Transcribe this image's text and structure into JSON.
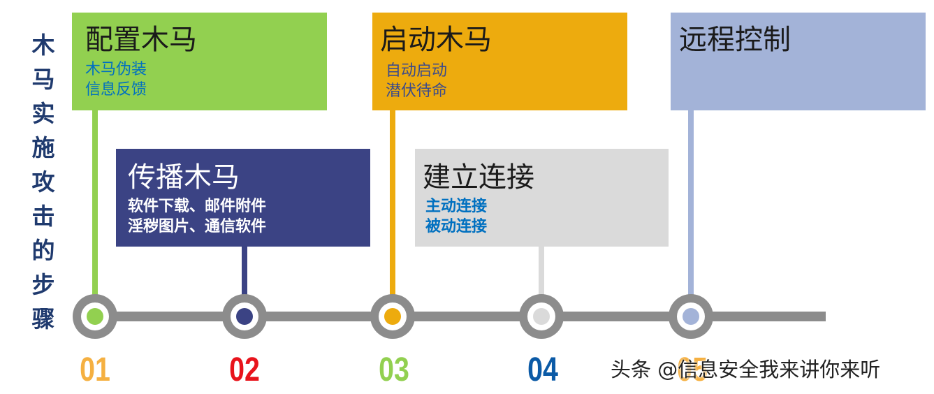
{
  "side_title": [
    "木",
    "马",
    "实",
    "施",
    "攻",
    "击",
    "的",
    "步",
    "骤"
  ],
  "steps": [
    {
      "title": "配置木马",
      "lines": [
        "木马伪装",
        "信息反馈"
      ],
      "number": "01",
      "box_color": "#92d050",
      "node_color": "#92d050",
      "text_color": "#0070c0",
      "number_color": "#f5b041"
    },
    {
      "title": "传播木马",
      "lines": [
        "软件下载、邮件附件",
        "淫秽图片、通信软件"
      ],
      "number": "02",
      "box_color": "#3b4384",
      "node_color": "#3b4384",
      "text_color": "#ffffff",
      "number_color": "#e8141c"
    },
    {
      "title": "启动木马",
      "lines": [
        "自动启动",
        "潜伏待命"
      ],
      "number": "03",
      "box_color": "#edab0e",
      "node_color": "#edab0e",
      "text_color": "#3a4a8c",
      "number_color": "#92d050"
    },
    {
      "title": "建立连接",
      "lines": [
        "主动连接",
        "被动连接"
      ],
      "number": "04",
      "box_color": "#dadada",
      "node_color": "#dadada",
      "text_color": "#0070c0",
      "number_color": "#0b5aa6"
    },
    {
      "title": "远程控制",
      "lines": [],
      "number": "05",
      "box_color": "#a3b3d8",
      "node_color": "#a3b3d8",
      "text_color": "#0070c0",
      "number_color": "#f5b041"
    }
  ],
  "watermark": "头条 @信息安全我来讲你来听"
}
